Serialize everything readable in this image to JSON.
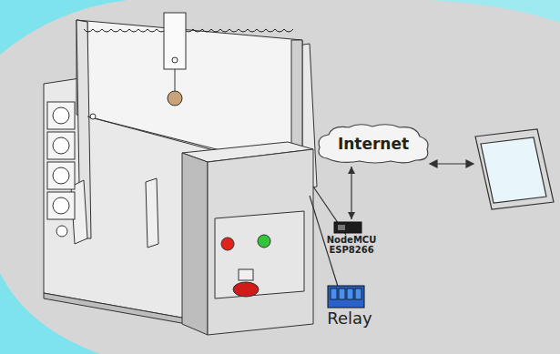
{
  "diagram": {
    "nodes": [
      {
        "text": [
          "Internet"
        ]
      },
      {
        "text": [
          "NodeMCU ESP8266"
        ]
      },
      {
        "text": [
          "Relay"
        ]
      }
    ],
    "edges": [
      {
        "from": 0,
        "to": 1,
        "arrow": "both"
      }
    ]
  }
}
